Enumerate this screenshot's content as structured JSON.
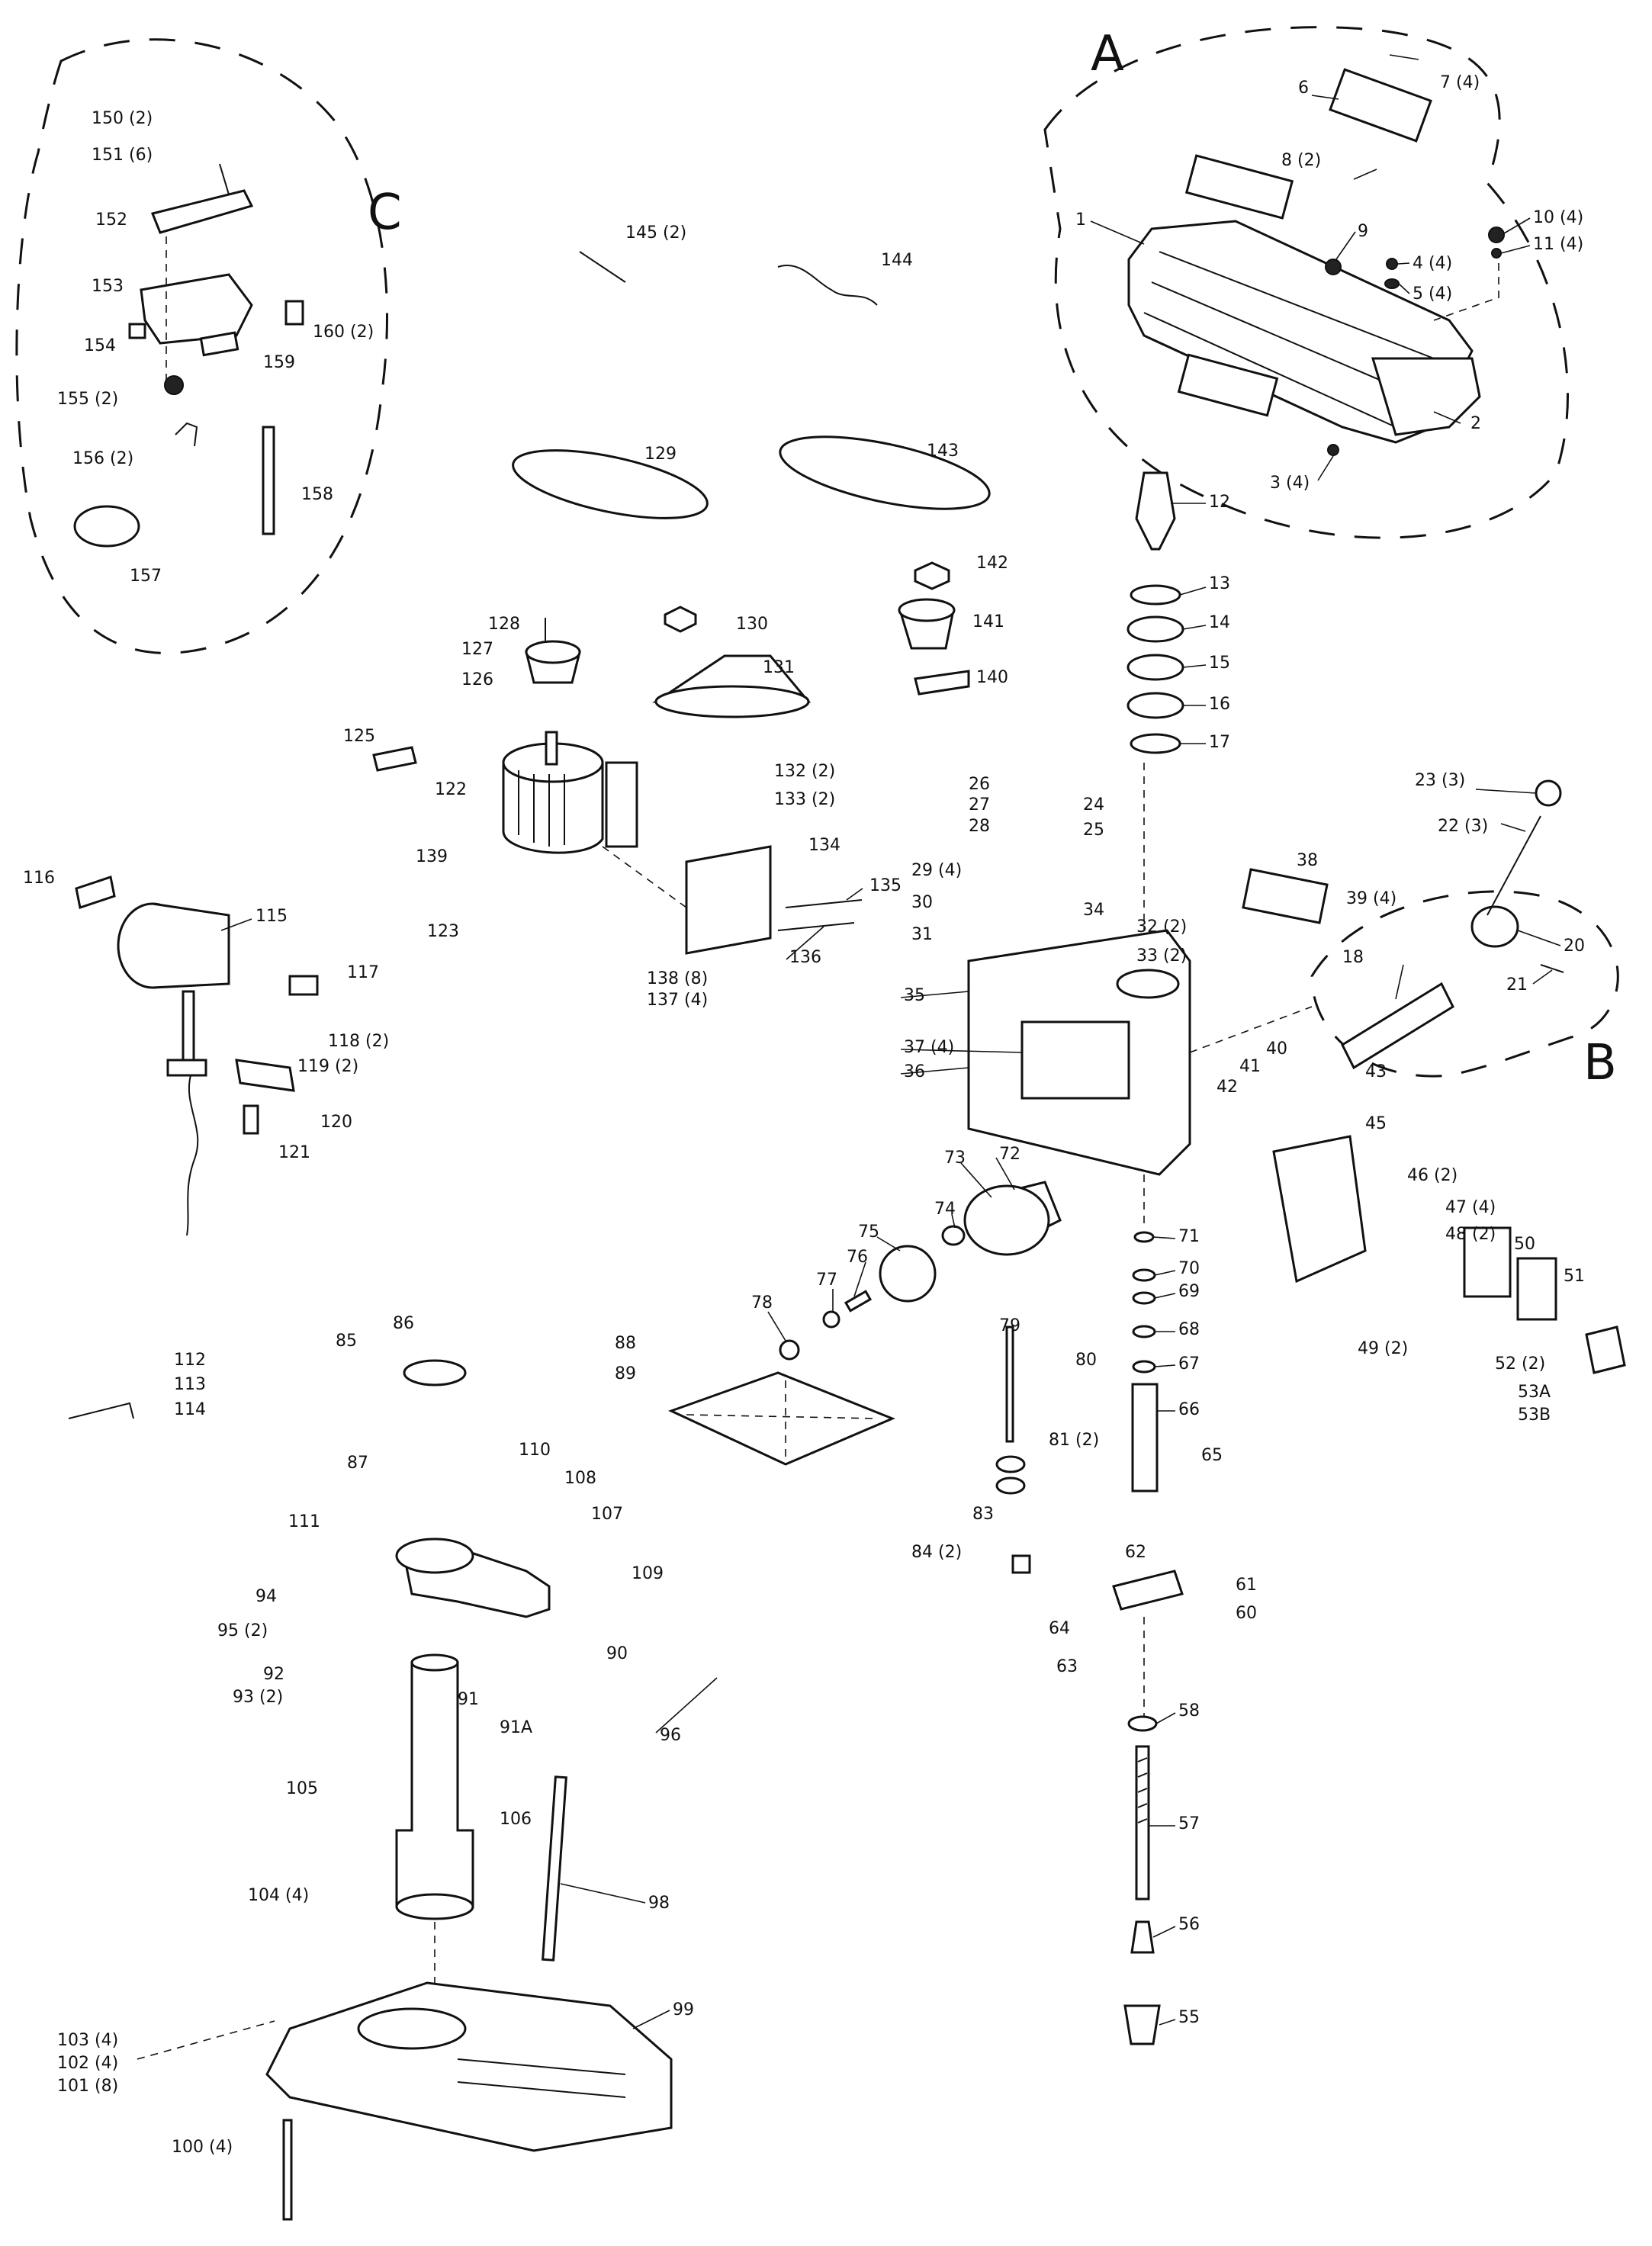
{
  "groups": {
    "a": "A",
    "b": "B",
    "c": "C"
  },
  "callouts": {
    "p1": "1",
    "p2": "2",
    "p3": "3 (4)",
    "p4": "4 (4)",
    "p5": "5 (4)",
    "p6": "6",
    "p7": "7 (4)",
    "p8": "8 (2)",
    "p9": "9",
    "p10": "10 (4)",
    "p11": "11 (4)",
    "p12": "12",
    "p13": "13",
    "p14": "14",
    "p15": "15",
    "p16": "16",
    "p17": "17",
    "p18": "18",
    "p20": "20",
    "p21": "21",
    "p22": "22 (3)",
    "p23": "23 (3)",
    "p24": "24",
    "p25": "25",
    "p26": "26",
    "p27": "27",
    "p28": "28",
    "p29": "29 (4)",
    "p30": "30",
    "p31": "31",
    "p32": "32 (2)",
    "p33": "33 (2)",
    "p34": "34",
    "p35": "35",
    "p36": "36",
    "p37": "37 (4)",
    "p38": "38",
    "p39": "39 (4)",
    "p40": "40",
    "p41": "41",
    "p42": "42",
    "p43": "43",
    "p45": "45",
    "p46": "46 (2)",
    "p47": "47 (4)",
    "p48": "48 (2)",
    "p49": "49 (2)",
    "p50": "50",
    "p51": "51",
    "p52": "52 (2)",
    "p53a": "53A",
    "p53b": "53B",
    "p55": "55",
    "p56": "56",
    "p57": "57",
    "p58": "58",
    "p60": "60",
    "p61": "61",
    "p62": "62",
    "p63": "63",
    "p64": "64",
    "p65": "65",
    "p66": "66",
    "p67": "67",
    "p68": "68",
    "p69": "69",
    "p70": "70",
    "p71": "71",
    "p72": "72",
    "p73": "73",
    "p74": "74",
    "p75": "75",
    "p76": "76",
    "p77": "77",
    "p78": "78",
    "p79": "79",
    "p80": "80",
    "p81": "81 (2)",
    "p83": "83",
    "p84": "84 (2)",
    "p85": "85",
    "p86": "86",
    "p87": "87",
    "p88": "88",
    "p89": "89",
    "p90": "90",
    "p91": "91",
    "p91a": "91A",
    "p92": "92",
    "p93": "93 (2)",
    "p94": "94",
    "p95": "95 (2)",
    "p96": "96",
    "p98": "98",
    "p99": "99",
    "p100": "100 (4)",
    "p101": "101 (8)",
    "p102": "102 (4)",
    "p103": "103 (4)",
    "p104": "104 (4)",
    "p105": "105",
    "p106": "106",
    "p107": "107",
    "p108": "108",
    "p109": "109",
    "p110": "110",
    "p111": "111",
    "p112": "112",
    "p113": "113",
    "p114": "114",
    "p115": "115",
    "p116": "116",
    "p117": "117",
    "p118": "118 (2)",
    "p119": "119 (2)",
    "p120": "120",
    "p121": "121",
    "p122": "122",
    "p123": "123",
    "p125": "125",
    "p126": "126",
    "p127": "127",
    "p128": "128",
    "p129": "129",
    "p130": "130",
    "p131": "131",
    "p132": "132 (2)",
    "p133": "133 (2)",
    "p134": "134",
    "p135": "135",
    "p136": "136",
    "p137": "137 (4)",
    "p138": "138 (8)",
    "p139": "139",
    "p140": "140",
    "p141": "141",
    "p142": "142",
    "p143": "143",
    "p144": "144",
    "p145": "145 (2)",
    "p150": "150 (2)",
    "p151": "151 (6)",
    "p152": "152",
    "p153": "153",
    "p154": "154",
    "p155": "155 (2)",
    "p156": "156 (2)",
    "p157": "157",
    "p158": "158",
    "p159": "159",
    "p160": "160 (2)"
  }
}
